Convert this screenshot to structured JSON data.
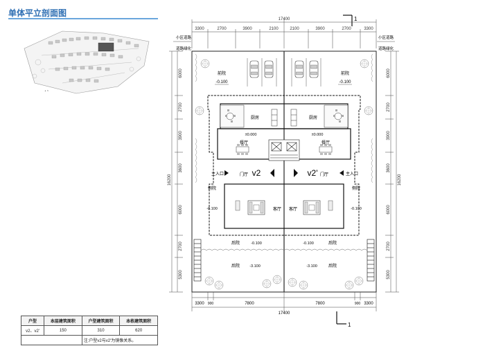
{
  "header": {
    "title": "单体平立剖面图"
  },
  "dimensions": {
    "top_total": "17400",
    "top_segments": [
      "3300",
      "2700",
      "3900",
      "2100",
      "2100",
      "3900",
      "2700",
      "3300"
    ],
    "bottom_total": "17400",
    "bottom_segments": [
      "3300",
      "900",
      "7800",
      "7800",
      "900",
      "3300"
    ],
    "left_total": "16200",
    "left_segments": [
      "6000",
      "2700",
      "3900",
      "3600",
      "6000",
      "2700",
      "5300"
    ],
    "right_total": "16200",
    "right_segments": [
      "6000",
      "2700",
      "3900",
      "3600",
      "6000",
      "2700",
      "5300"
    ]
  },
  "section_marks": {
    "top": "1",
    "bottom": "1"
  },
  "labels": {
    "district_road": "小区道路",
    "road_green": "道路绿化",
    "front_yard": "前院",
    "kitchen": "厨房",
    "dining": "餐厅",
    "foyer": "门厅",
    "main_entrance": "主入口",
    "living": "客厅",
    "side_yard": "侧院",
    "back_yard": "后院",
    "unit_left": "v2",
    "unit_right": "v2'"
  },
  "elevations": {
    "front_yard": "-0.100",
    "ground_floor": "±0.000",
    "side_yard": "-0.100",
    "back_yard_upper": "-0.100",
    "back_yard_lower": "-3.100"
  },
  "area_table": {
    "headers": [
      "户型",
      "本层建筑面积",
      "户型建筑面积",
      "本栋建筑面积"
    ],
    "row": [
      "v2、v2'",
      "150",
      "310",
      "620"
    ],
    "note": "注:户型v2与v2'为镜像关系。"
  }
}
